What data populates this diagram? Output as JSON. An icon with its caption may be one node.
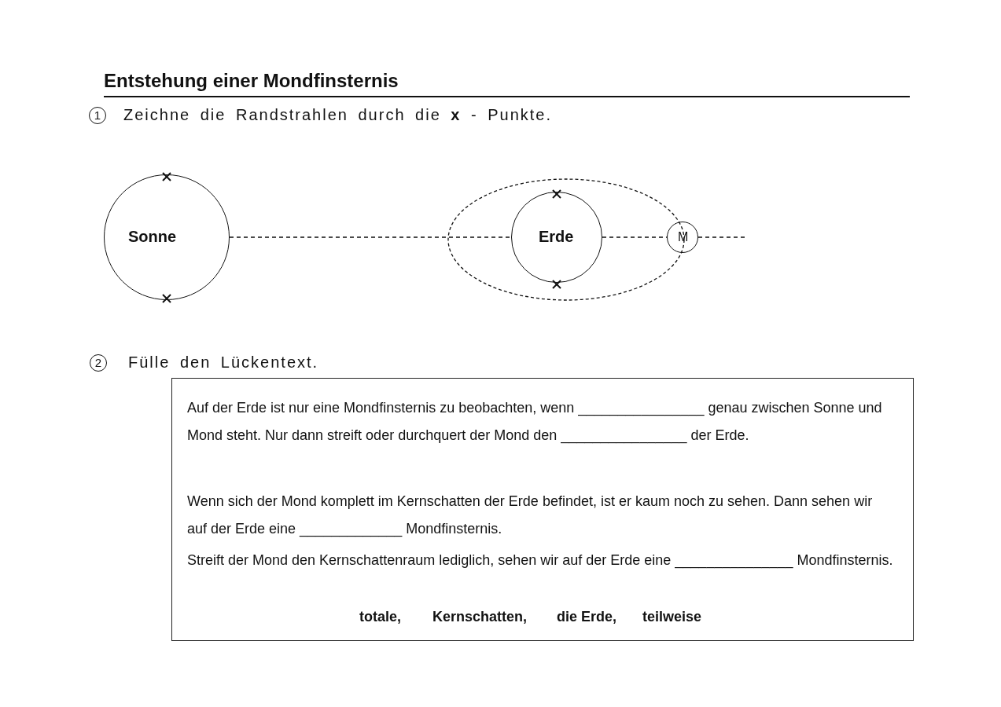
{
  "diagram": {
    "title": "Entstehung einer Mondfinsternis",
    "nodes": [
      {
        "text": [
          "Sonne"
        ]
      },
      {
        "text": [
          "Erde"
        ]
      },
      {
        "text": [
          "M"
        ]
      },
      {
        "text": [
          "Auf der Erde ist nur eine Mondfinsternis zu beobachten, wenn ________________ genau zwischen Sonne und Mond steht. Nur dann streift oder durchquert der Mond den ________________ der Erde.",
          "Wenn sich der Mond komplett im Kernschatten der Erde befindet, ist er kaum noch zu sehen. Dann sehen wir auf der Erde eine _____________ Mondfinsternis.",
          "Streift der Mond den Kernschattenraum lediglich, sehen wir auf der Erde eine _______________ Mondfinsternis.",
          "totale,",
          "Kernschatten,",
          "die Erde,",
          "teilweise"
        ]
      }
    ],
    "edges": [
      {
        "from": 0,
        "to": 1,
        "arrow": "none",
        "style": "dashed"
      },
      {
        "from": 1,
        "to": 2,
        "arrow": "none",
        "style": "dashed"
      },
      {
        "from": 2,
        "to": null,
        "arrow": "none",
        "style": "dashed"
      }
    ],
    "labels": [
      "1",
      "Zeichne die Randstrahlen durch die **x** - Punkte.",
      "2",
      "Fülle den Lückentext."
    ]
  }
}
